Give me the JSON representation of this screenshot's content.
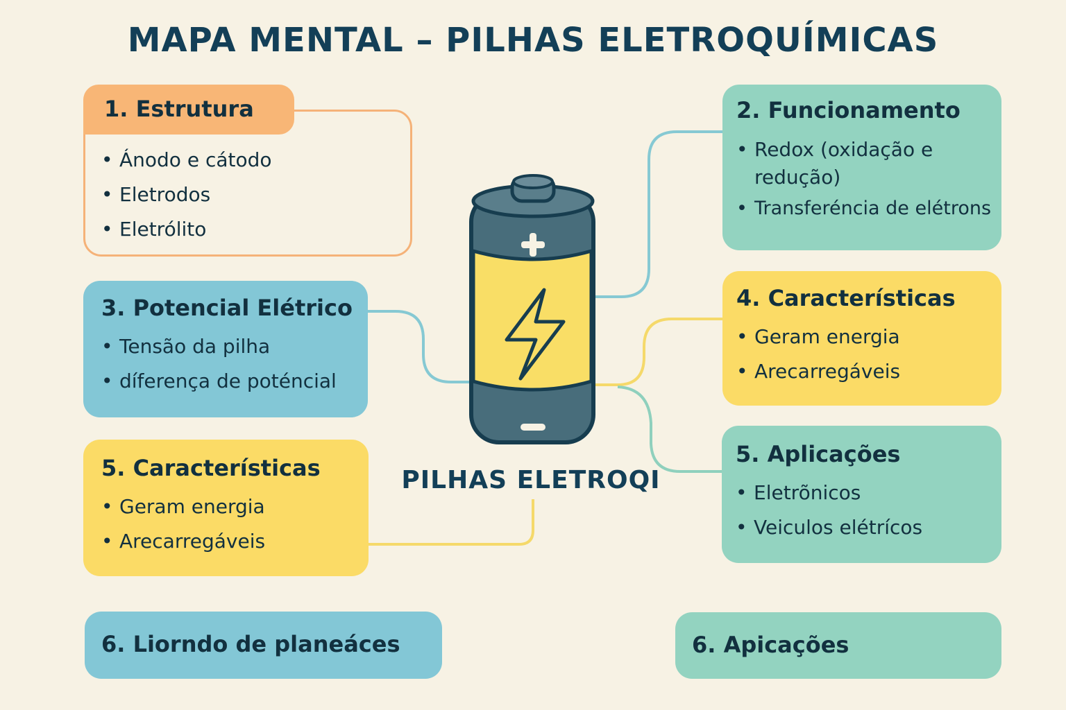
{
  "title": "MAPA MENTAL – PILHAS ELETROQUÍMICAS",
  "center": {
    "label": "PILHAS ELETROQI",
    "icon": "battery-icon",
    "plus_symbol": "+",
    "minus_symbol": "−"
  },
  "colors": {
    "background": "#f7f2e4",
    "orange": "#f8b676",
    "blue": "#83c7d6",
    "teal": "#93d3c0",
    "yellow": "#fbdb66",
    "text": "#133a4d"
  },
  "nodes": [
    {
      "id": "estrutura",
      "title": "1. Estrutura",
      "items": [
        "Ánodo e cátodo",
        "Eletrodos",
        "Eletrólito"
      ],
      "color": "orange"
    },
    {
      "id": "funcionamento",
      "title": "2. Funcionamento",
      "items": [
        "Redox (oxidação e redução)",
        "Transferéncia de elétrons"
      ],
      "color": "teal"
    },
    {
      "id": "potencial",
      "title": "3. Potencial Elétrico",
      "items": [
        "Tensão da pilha",
        "díferença de poténcial"
      ],
      "color": "blue"
    },
    {
      "id": "caracteristicas-right",
      "title": "4. Características",
      "items": [
        "Geram energia",
        "Arecarregáveis"
      ],
      "color": "yellow"
    },
    {
      "id": "caracteristicas-left",
      "title": "5. Características",
      "items": [
        "Geram energia",
        "Arecarregáveis"
      ],
      "color": "yellow"
    },
    {
      "id": "aplicacoes",
      "title": "5. Aplicações",
      "items": [
        "Eletrõnicos",
        "Veiculos elétrícos"
      ],
      "color": "teal"
    },
    {
      "id": "liorndo",
      "title": "6. Liorndo de planeáces",
      "items": [],
      "color": "blue"
    },
    {
      "id": "apicacoes",
      "title": "6. Apicações",
      "items": [],
      "color": "teal"
    }
  ]
}
